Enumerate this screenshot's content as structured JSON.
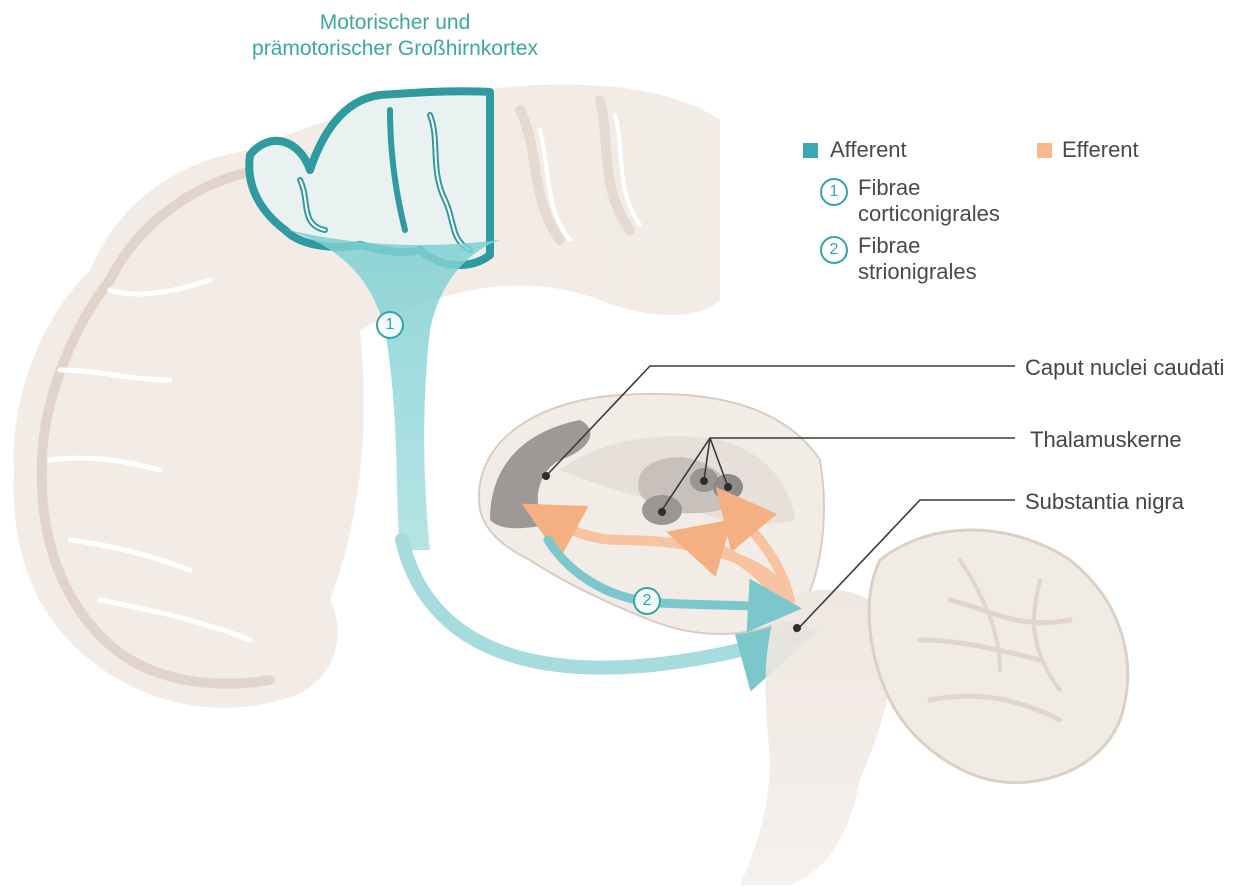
{
  "title": {
    "line1": "Motorischer und",
    "line2": "prämotorischer Großhirnkortex"
  },
  "legend": {
    "afferent_label": "Afferent",
    "efferent_label": "Efferent",
    "afferent_color": "#3aa9b6",
    "efferent_color": "#f7b98c",
    "pathways": [
      {
        "number": "1",
        "line1": "Fibrae",
        "line2": "corticonigrales"
      },
      {
        "number": "2",
        "line1": "Fibrae",
        "line2": "strionigrales"
      }
    ]
  },
  "markers": {
    "corticonigral": "1",
    "strionigral": "2"
  },
  "labels": {
    "caput": "Caput nuclei caudati",
    "thalamus": "Thalamuskerne",
    "substantia": "Substantia nigra"
  }
}
